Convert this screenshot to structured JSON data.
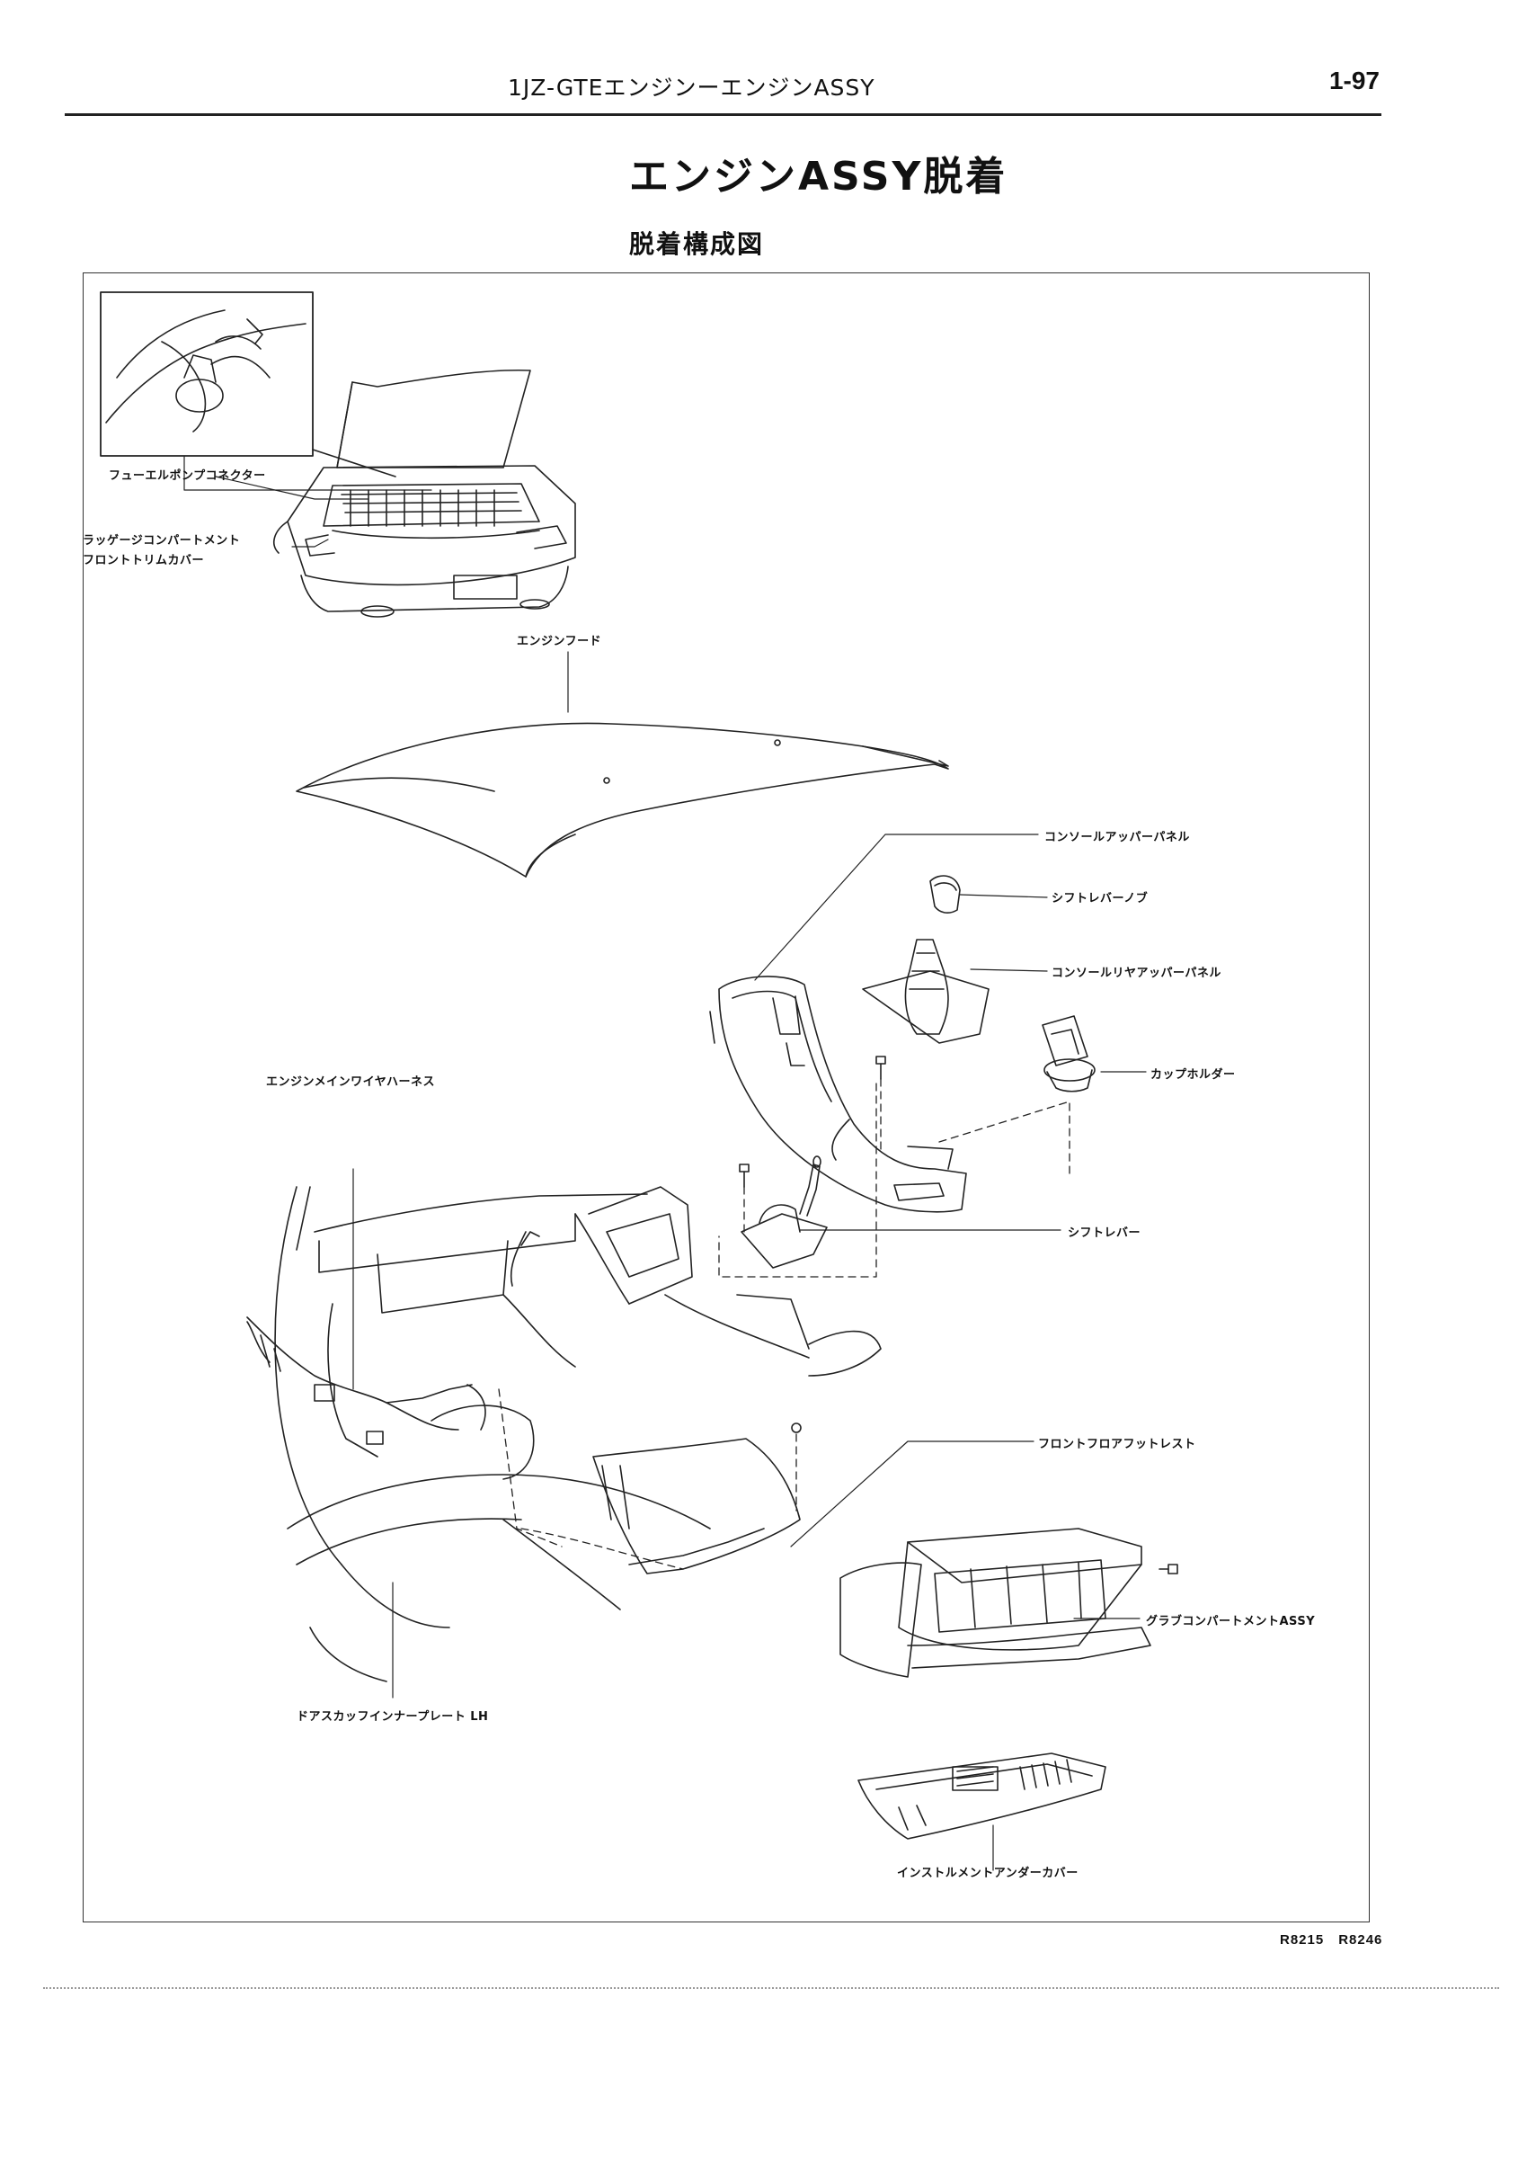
{
  "header": {
    "title": "1JZ-GTEエンジンーエンジンASSY",
    "page_number": "1-97"
  },
  "main_title": "エンジンASSY脱着",
  "sub_title": "脱着構成図",
  "labels": {
    "fuel_pump_connector": "フューエルポンプコネクター",
    "luggage_trim_line1": "ラッゲージコンパートメント",
    "luggage_trim_line2": "フロントトリムカバー",
    "engine_hood": "エンジンフード",
    "console_upper_panel": "コンソールアッパーパネル",
    "shift_lever_knob": "シフトレバーノブ",
    "console_rear_upper_panel": "コンソールリヤアッパーパネル",
    "cup_holder": "カップホルダー",
    "engine_main_wire_harness": "エンジンメインワイヤハーネス",
    "shift_lever": "シフトレバー",
    "front_floor_footrest": "フロントフロアフットレスト",
    "glove_compartment": "グラブコンパートメントASSY",
    "door_scuff_plate": "ドアスカッフインナープレート LH",
    "instrument_under_cover": "インストルメントアンダーカバー"
  },
  "footer_code": "R8215　R8246"
}
